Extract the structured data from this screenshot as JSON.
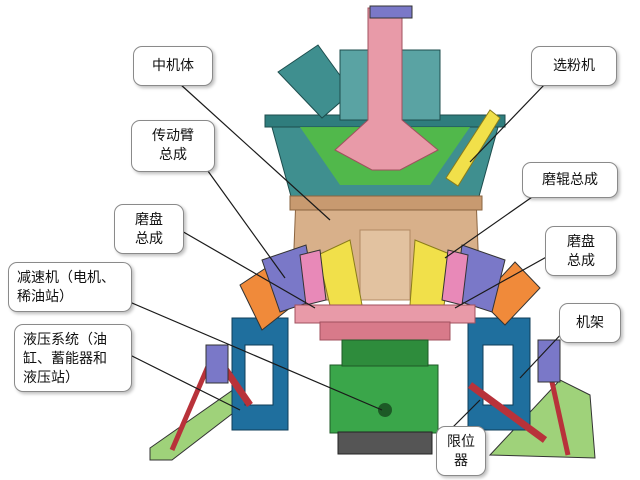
{
  "labels": {
    "zhong_ji_ti": "中机体",
    "xuan_fen_ji": "选粉机",
    "chuan_dong_bi": [
      "传动臂",
      "总成"
    ],
    "mo_gun": "磨辊总成",
    "mo_pan_left": [
      "磨盘",
      "总成"
    ],
    "mo_pan_right": [
      "磨盘",
      "总成"
    ],
    "jian_su_ji": [
      "减速机（电机、",
      "稀油站）"
    ],
    "ji_jia": "机架",
    "ye_ya": [
      "液压系统（油",
      "缸、蓄能器和",
      "液压站）"
    ],
    "xian_wei": [
      "限位",
      "器"
    ]
  },
  "colors": {
    "frame_blue": "#1f6f9e",
    "shell_teal": "#3f8f8f",
    "body_tan": "#d8b08a",
    "roller_yellow": "#f1e04a",
    "disc_pink": "#e89aa8",
    "reducer_green": "#3aa64a",
    "motor_purple": "#7a78c8",
    "arm_red": "#b8323a",
    "leg_green": "#9fd27a"
  }
}
